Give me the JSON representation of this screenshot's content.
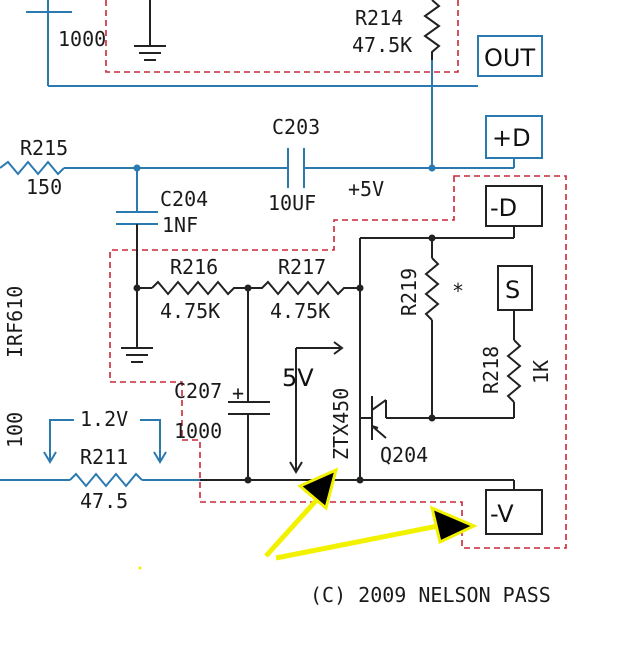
{
  "labels": {
    "r214_name": "R214",
    "r214_val": "47.5K",
    "c_top_val": "1000",
    "r215_name": "R215",
    "r215_val": "150",
    "c203_name": "C203",
    "c203_val": "10UF",
    "c204_name": "C204",
    "c204_val": "1NF",
    "plus5v": "+5V",
    "r216_name": "R216",
    "r216_val": "4.75K",
    "r217_name": "R217",
    "r217_val": "4.75K",
    "r219_name": "R219",
    "star": "*",
    "r218_name": "R218",
    "r218_val": "1K",
    "irf610": "IRF610",
    "left_100": "100",
    "c207_name": "C207",
    "c207_plus": "+",
    "c207_val": "1000",
    "five_v": "5V",
    "ztx450": "ZTX450",
    "q204": "Q204",
    "v12": "1.2V",
    "r211_name": "R211",
    "r211_val": "47.5",
    "copyright": "(C) 2009 NELSON PASS"
  },
  "terminals": {
    "out": "OUT",
    "plus_d": "+D",
    "minus_d": "-D",
    "s": "S",
    "minus_v": "-V"
  },
  "colors": {
    "wire_blue": "#2a7ab0",
    "wire_black": "#222222",
    "dashed_red": "#c8283a",
    "arrow_yellow": "#f2f200"
  }
}
